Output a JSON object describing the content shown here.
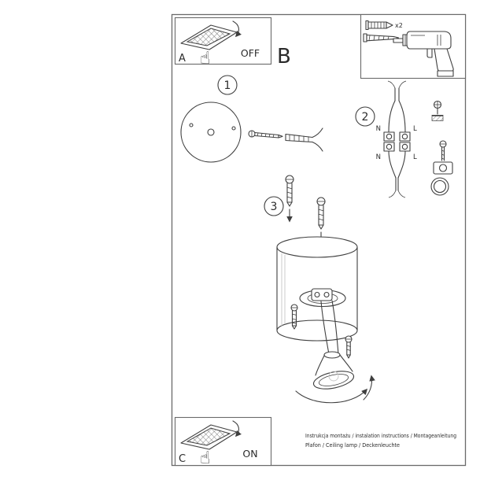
{
  "panels": {
    "off": {
      "letter": "A",
      "state": "OFF"
    },
    "main_label": "B",
    "on": {
      "letter": "C",
      "state": "ON"
    },
    "tools": {
      "plug_count": "x2"
    }
  },
  "steps": {
    "one": "1",
    "two": "2",
    "three": "3"
  },
  "wiring": {
    "n_top": "N",
    "l_top": "L",
    "n_bottom": "N",
    "l_bottom": "L"
  },
  "icons": {
    "pressing_hand": "☝"
  },
  "footer": {
    "line1": "Instrukcja montażu / instalation instructions / Montageanleitung",
    "line2": "Plafon / Ceiling lamp / Deckenleuchte"
  }
}
